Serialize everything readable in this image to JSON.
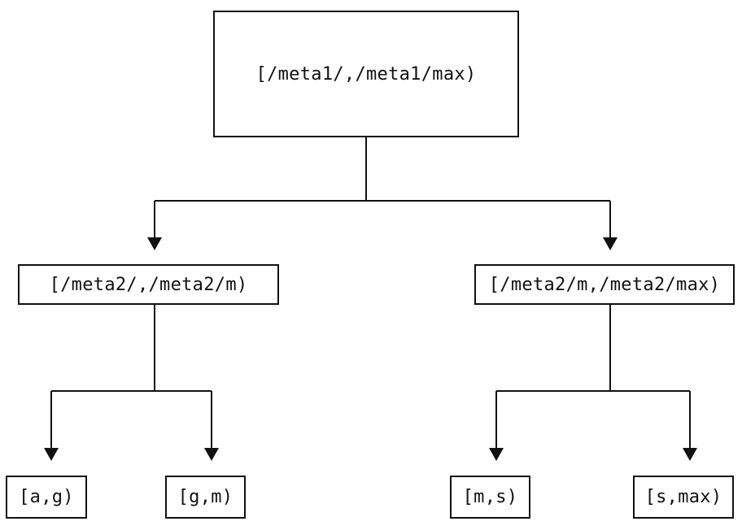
{
  "diagram": {
    "type": "tree",
    "colors": {
      "line": "#111111",
      "text": "#111111",
      "background": "#ffffff"
    },
    "tree": {
      "root": {
        "label": "[/meta1/,/meta1/max)",
        "children": [
          {
            "label": "[/meta2/,/meta2/m)",
            "children": [
              {
                "label": "[a,g)"
              },
              {
                "label": "[g,m)"
              }
            ]
          },
          {
            "label": "[/meta2/m,/meta2/max)",
            "children": [
              {
                "label": "[m,s)"
              },
              {
                "label": "[s,max)"
              }
            ]
          }
        ]
      }
    }
  }
}
